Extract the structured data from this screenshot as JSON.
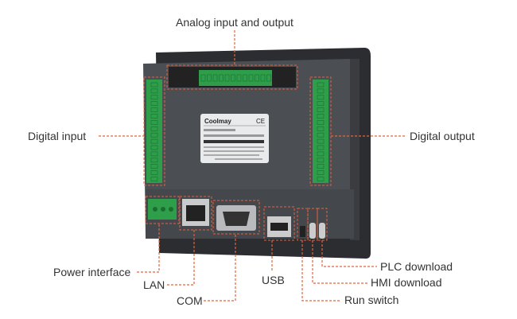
{
  "product": {
    "brand": "Coolmay",
    "cert": "CE"
  },
  "callouts": {
    "analog": "Analog input and output",
    "digital_input": "Digital input",
    "digital_output": "Digital output",
    "power": "Power interface",
    "lan": "LAN",
    "com": "COM",
    "usb": "USB",
    "plc_download": "PLC download",
    "hmi_download": "HMI download",
    "run_switch": "Run switch"
  },
  "colors": {
    "accent": "#e2643f",
    "terminal": "#2e9e4a",
    "body": "#4a4d52"
  }
}
